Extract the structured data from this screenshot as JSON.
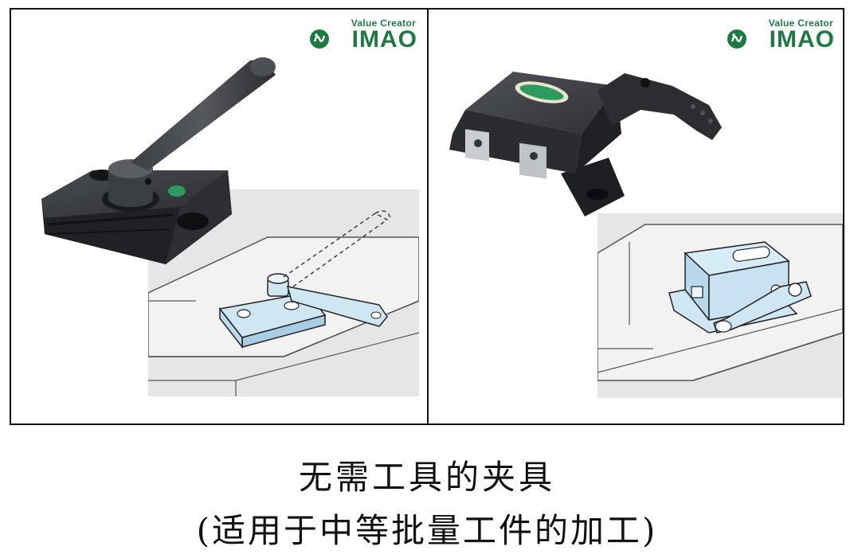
{
  "brand": {
    "tagline": "Value Creator",
    "name": "IMAO",
    "color": "#1e7a42"
  },
  "panels": [
    {
      "id": "left",
      "product": "cam-lever-clamp"
    },
    {
      "id": "right",
      "product": "toggle-block-clamp"
    }
  ],
  "caption": {
    "line1": "无需工具的夹具",
    "line2": "(适用于中等批量工件的加工)"
  }
}
